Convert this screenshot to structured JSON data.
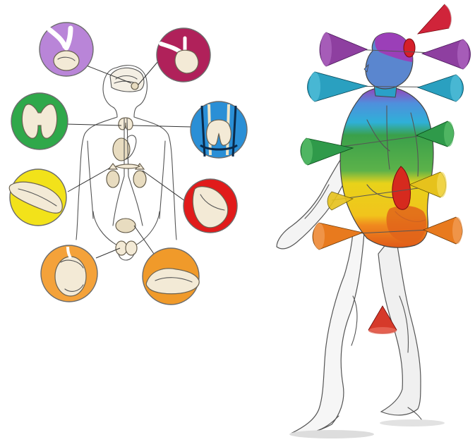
{
  "figure": {
    "left_panel": "endocrine-glands",
    "right_panel": "chakra-energy-figure"
  },
  "glands": [
    {
      "name": "pineal",
      "color": "#b985d8"
    },
    {
      "name": "pituitary",
      "color": "#b0215a"
    },
    {
      "name": "thyroid",
      "color": "#2fa84a"
    },
    {
      "name": "thymus",
      "color": "#2a8fd6"
    },
    {
      "name": "pancreas",
      "color": "#f2e21a"
    },
    {
      "name": "adrenal",
      "color": "#e11b1b"
    },
    {
      "name": "testis",
      "color": "#f4a23a"
    },
    {
      "name": "ovary",
      "color": "#f09a2a"
    }
  ],
  "chakras": [
    {
      "name": "crown",
      "color": "#d0243a"
    },
    {
      "name": "third-eye",
      "color": "#8e3fa0"
    },
    {
      "name": "throat",
      "color": "#2aa0c0"
    },
    {
      "name": "heart",
      "color": "#2f9a4a"
    },
    {
      "name": "solar-plexus",
      "color": "#e6c21c"
    },
    {
      "name": "sacral",
      "color": "#e87a1e"
    },
    {
      "name": "root",
      "color": "#d63a2a"
    }
  ]
}
